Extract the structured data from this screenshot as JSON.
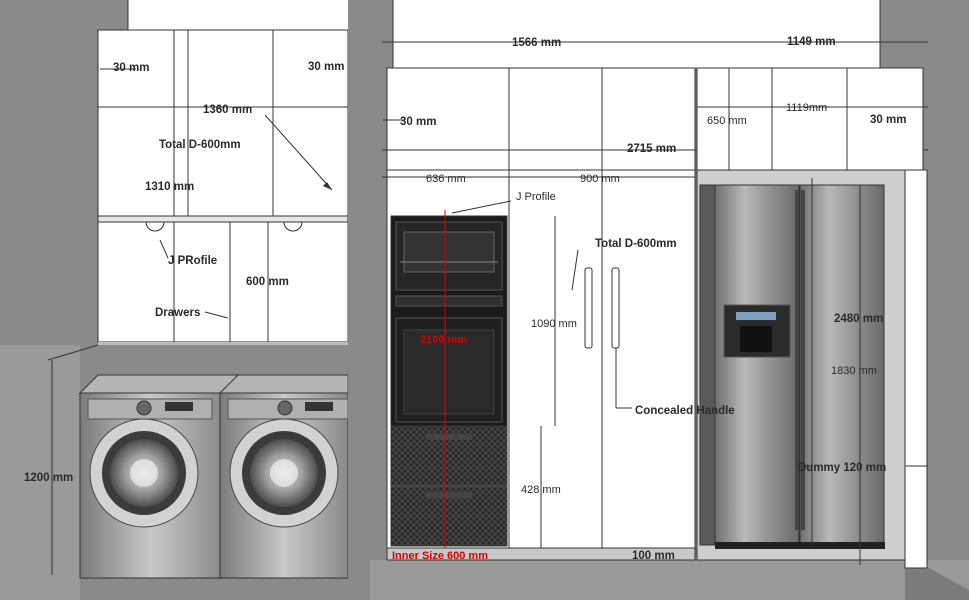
{
  "colors": {
    "wall": "#8a8a8a",
    "cabinet": "#ffffff",
    "line": "#333333",
    "appliance_dark": "#1c1c1c",
    "steel": "#9a9a9a",
    "accent_red": "#dd0000"
  },
  "left_view": {
    "upper_gap_left": "30 mm",
    "upper_gap_right": "30 mm",
    "width_total": "1360 mm",
    "total_depth": "Total D-600mm",
    "upper_height": "1310 mm",
    "j_profile": "J PRofile",
    "lower_height": "600 mm",
    "drawers": "Drawers",
    "floor_to_counter": "1200 mm"
  },
  "right_view": {
    "tall_width": "1566 mm",
    "fridge_upper_width": "1149 mm",
    "gap_left": "30 mm",
    "fridge_upper_span": "1119mm",
    "fridge_upper_height": "650 mm",
    "gap_right": "30 mm",
    "overall_width": "2715 mm",
    "oven_col_width": "636  mm",
    "pantry_width": "900 mm",
    "j_profile": "J Profile",
    "total_depth": "Total D-600mm",
    "oven_height": "1090 mm",
    "overall_height": "2100 mm",
    "concealed_handle": "Concealed Handle",
    "drawer_height": "428 mm",
    "inner_size": "Inner Size 600 mm",
    "plinth": "100 mm",
    "fridge_height": "2480 mm",
    "fridge_body_height": "1830 mm",
    "dummy": "Dummy 120 mm"
  }
}
